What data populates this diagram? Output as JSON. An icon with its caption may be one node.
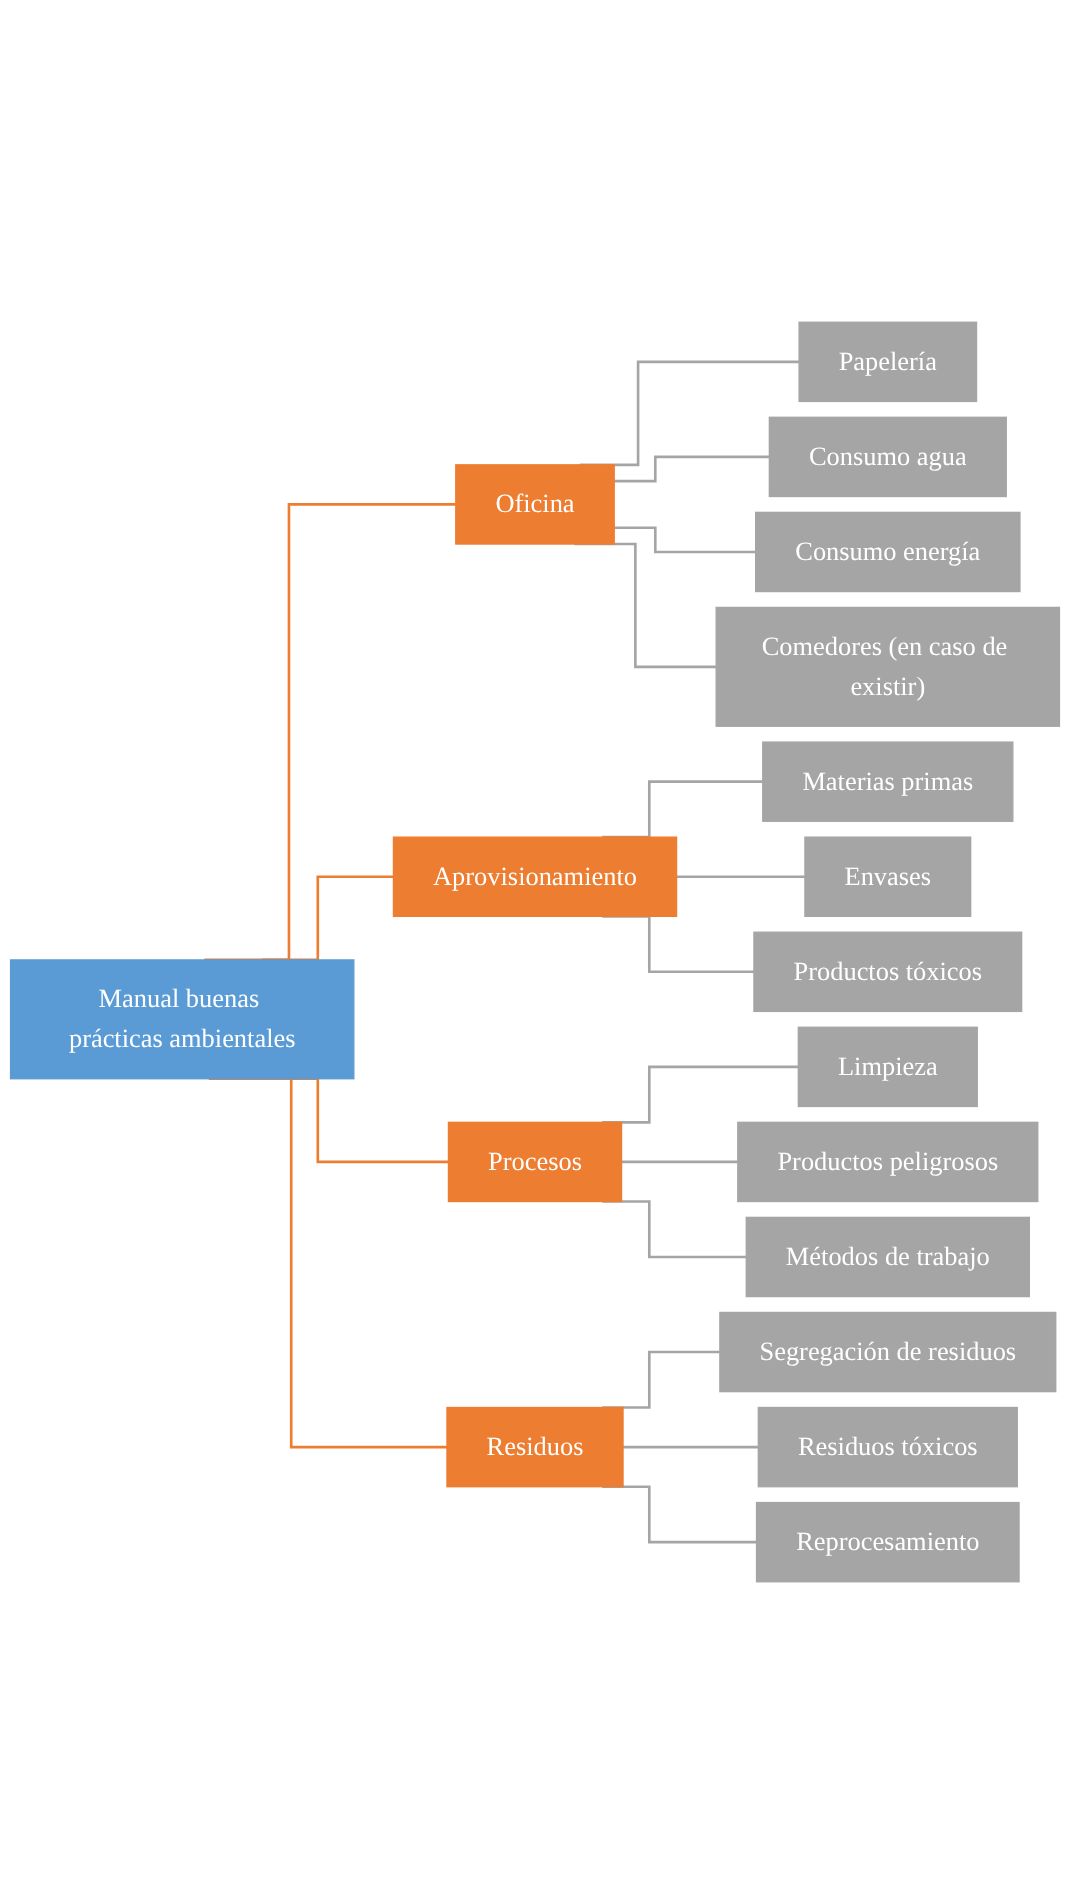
{
  "diagram": {
    "nodes": [
      {
        "text": [
          "Manual buenas prácticas ambientales"
        ]
      },
      {
        "text": [
          "Oficina"
        ]
      },
      {
        "text": [
          "Papelería"
        ]
      },
      {
        "text": [
          "Consumo agua"
        ]
      },
      {
        "text": [
          "Consumo energía"
        ]
      },
      {
        "text": [
          "Comedores (en caso de existir)"
        ]
      },
      {
        "text": [
          "Aprovisionamiento"
        ]
      },
      {
        "text": [
          "Materias primas"
        ]
      },
      {
        "text": [
          "Envases"
        ]
      },
      {
        "text": [
          "Productos tóxicos"
        ]
      },
      {
        "text": [
          "Procesos"
        ]
      },
      {
        "text": [
          "Limpieza"
        ]
      },
      {
        "text": [
          "Productos peligrosos"
        ]
      },
      {
        "text": [
          "Métodos de trabajo"
        ]
      },
      {
        "text": [
          "Residuos"
        ]
      },
      {
        "text": [
          "Segregación de residuos"
        ]
      },
      {
        "text": [
          "Residuos tóxicos"
        ]
      },
      {
        "text": [
          "Reprocesamiento"
        ]
      }
    ],
    "edges": [
      {
        "from": 0,
        "to": 1,
        "arrow": "none",
        "color": "#ed7d31"
      },
      {
        "from": 1,
        "to": 2,
        "arrow": "none"
      },
      {
        "from": 1,
        "to": 3,
        "arrow": "none"
      },
      {
        "from": 1,
        "to": 4,
        "arrow": "none"
      },
      {
        "from": 1,
        "to": 5,
        "arrow": "none"
      },
      {
        "from": 0,
        "to": 6,
        "arrow": "none",
        "color": "#ed7d31"
      },
      {
        "from": 6,
        "to": 7,
        "arrow": "none"
      },
      {
        "from": 6,
        "to": 8,
        "arrow": "none"
      },
      {
        "from": 6,
        "to": 9,
        "arrow": "none"
      },
      {
        "from": 0,
        "to": 10,
        "arrow": "none",
        "color": "#ed7d31"
      },
      {
        "from": 10,
        "to": 11,
        "arrow": "none"
      },
      {
        "from": 10,
        "to": 12,
        "arrow": "none"
      },
      {
        "from": 10,
        "to": 13,
        "arrow": "none"
      },
      {
        "from": 0,
        "to": 14,
        "arrow": "none",
        "color": "#ed7d31"
      },
      {
        "from": 14,
        "to": 15,
        "arrow": "none"
      },
      {
        "from": 14,
        "to": 16,
        "arrow": "none"
      },
      {
        "from": 14,
        "to": 17,
        "arrow": "none"
      }
    ]
  }
}
